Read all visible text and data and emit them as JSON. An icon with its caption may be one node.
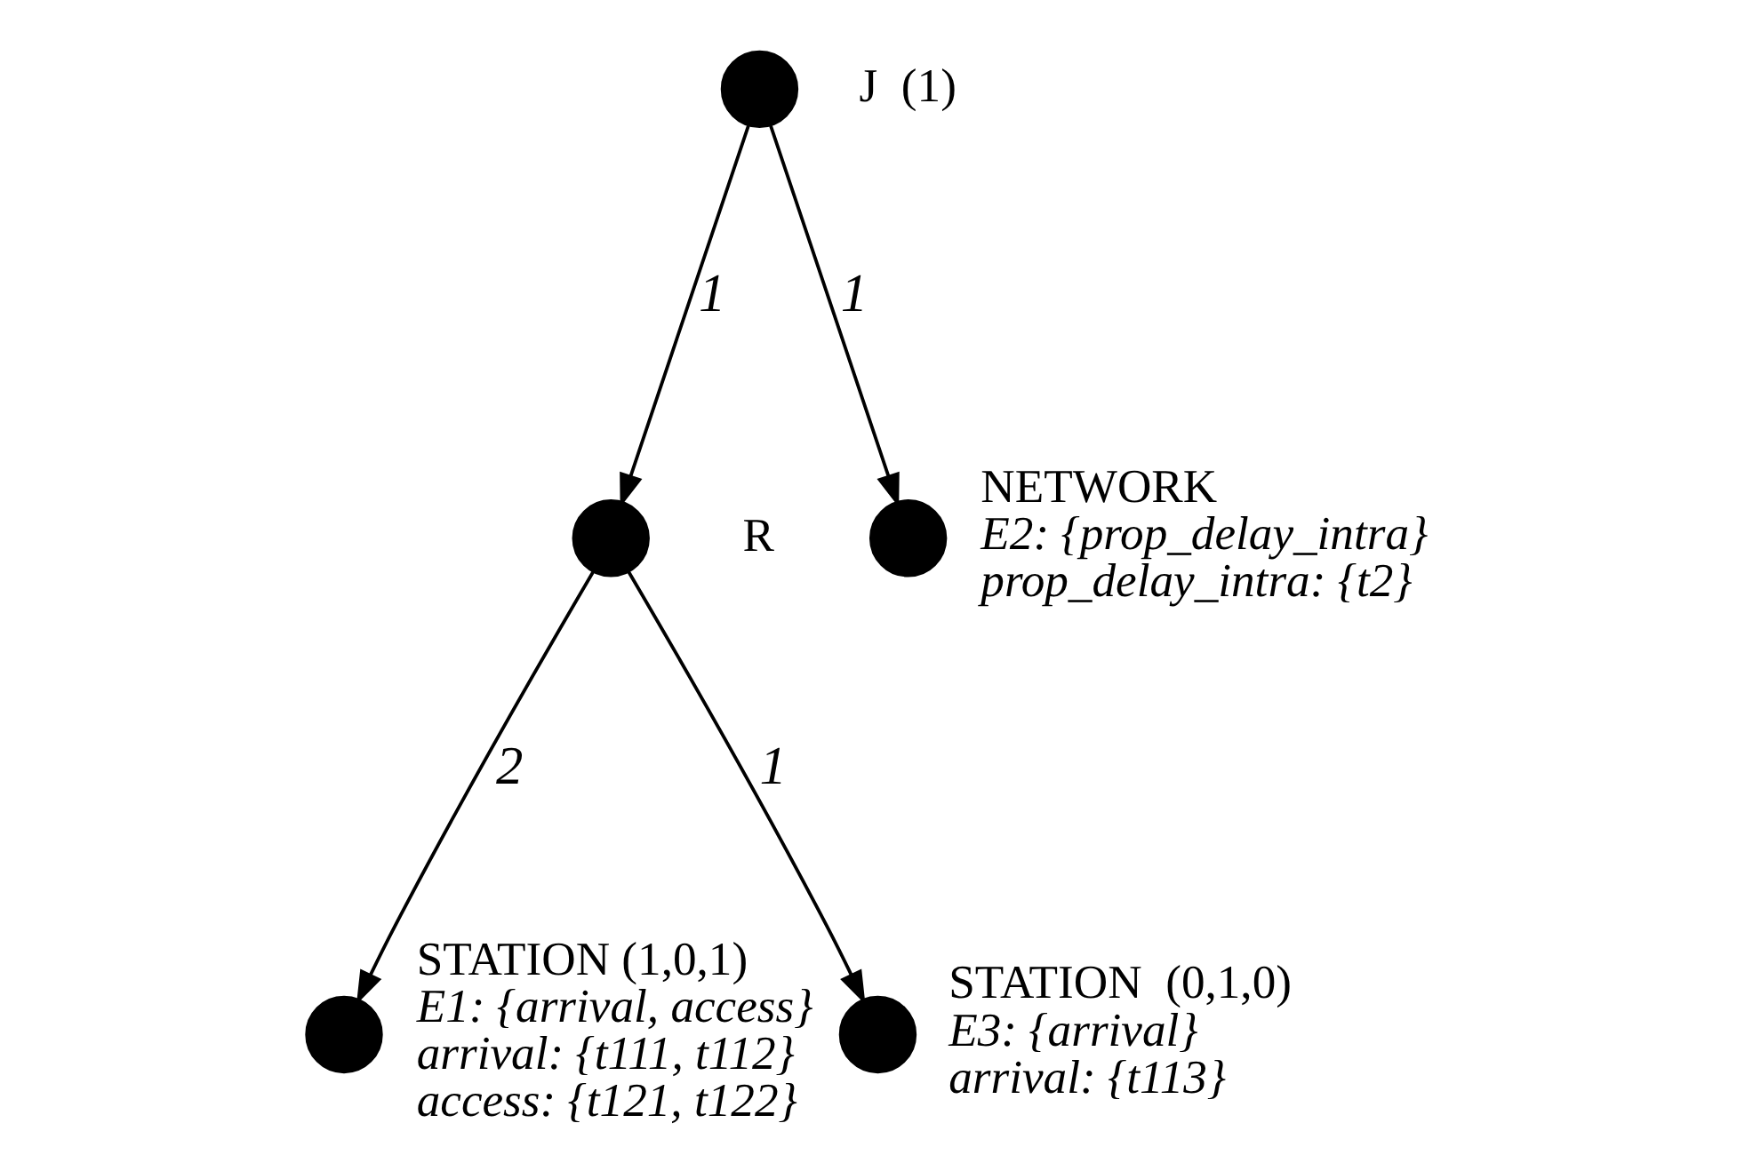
{
  "diagram": {
    "nodes": [
      {
        "text": [],
        "shape": "circle",
        "beside": [
          "J  (1)"
        ]
      },
      {
        "text": [],
        "shape": "circle",
        "beside": [
          "R"
        ]
      },
      {
        "text": [],
        "shape": "circle",
        "beside": [
          "NETWORK",
          "E2: {prop_delay_intra}",
          "prop_delay_intra: {t2}"
        ]
      },
      {
        "text": [],
        "shape": "circle",
        "beside": [
          "STATION (1,0,1)",
          "E1: {arrival, access}",
          "arrival: {t111, t112}",
          "access: {t121, t122}"
        ]
      },
      {
        "text": [],
        "shape": "circle",
        "beside": [
          "STATION  (0,1,0)",
          "E3: {arrival}",
          "arrival: {t113}"
        ]
      }
    ],
    "edges": [
      {
        "from": 0,
        "to": 1,
        "arrow": "to",
        "label": "1"
      },
      {
        "from": 0,
        "to": 2,
        "arrow": "to",
        "label": "1"
      },
      {
        "from": 1,
        "to": 3,
        "arrow": "to",
        "label": "2"
      },
      {
        "from": 1,
        "to": 4,
        "arrow": "to",
        "label": "1"
      }
    ]
  }
}
